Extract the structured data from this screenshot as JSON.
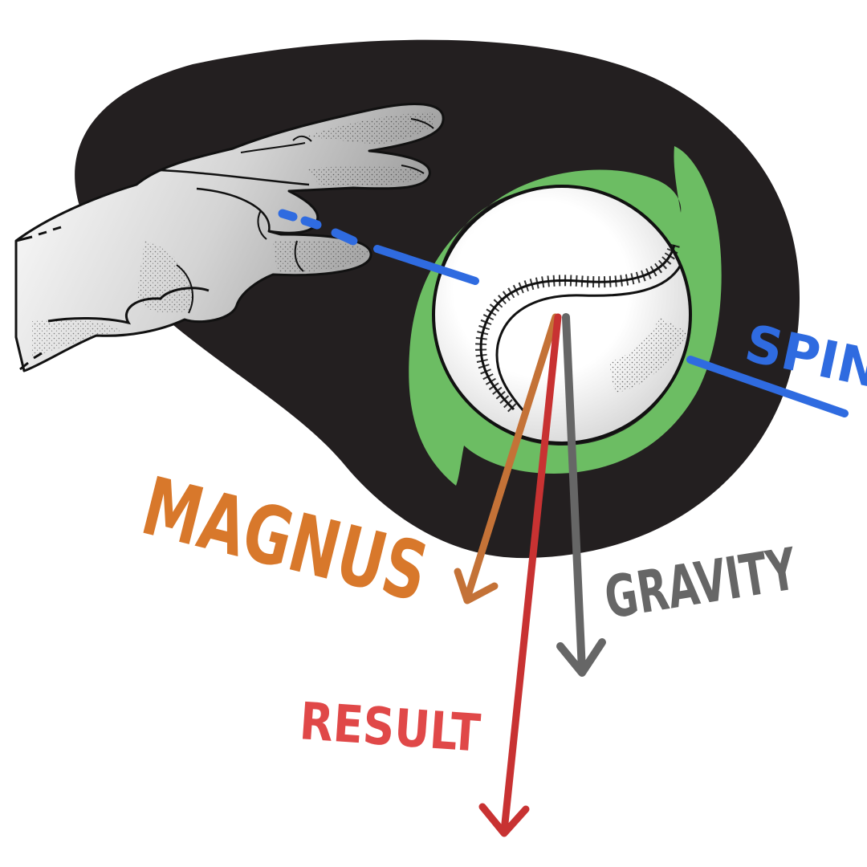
{
  "labels": {
    "spin": "SPIN",
    "magnus": "MAGNUS",
    "gravity": "GRAVITY",
    "result": "RESULT"
  },
  "colors": {
    "backdrop": "#231f20",
    "spin": "#2f6be0",
    "spin_ring": "#6cbd63",
    "magnus": "#d8782b",
    "gravity": "#666666",
    "result": "#d33a3a",
    "ball": "#ffffff",
    "stitch": "#1a1a1a",
    "hand": "#c8c8c8"
  },
  "icons": {
    "hand": "pitcher-hand-icon",
    "ball": "baseball-icon"
  }
}
